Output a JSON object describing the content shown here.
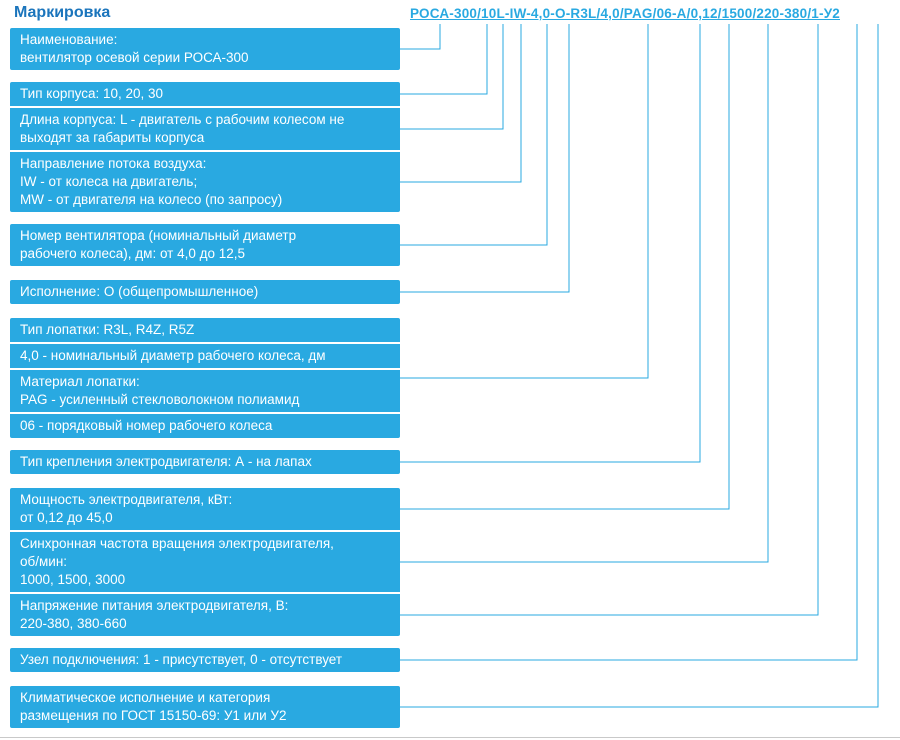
{
  "title": "Маркировка",
  "code": "РОСА-300/10L-IW-4,0-O-R3L/4,0/PAG/06-A/0,12/1500/220-380/1-У2",
  "colors": {
    "accent": "#29a9e1",
    "title_blue": "#1b75bc",
    "box_text": "#ffffff",
    "background": "#ffffff"
  },
  "boxes": {
    "naimenovanie": {
      "lines": [
        "Наименование:",
        "вентилятор осевой серии РОСА-300"
      ]
    },
    "korpus": {
      "tip": {
        "lines": [
          "Тип корпуса: 10, 20, 30"
        ]
      },
      "dlina": {
        "lines": [
          "Длина корпуса: L - двигатель с рабочим колесом не",
          "выходят за габариты корпуса"
        ]
      },
      "potok": {
        "lines": [
          "Направление потока воздуха:",
          "IW - от колеса на двигатель;",
          "MW - от двигателя на колесо (по запросу)"
        ]
      }
    },
    "nomer": {
      "lines": [
        "Номер вентилятора (номинальный диаметр",
        "рабочего колеса), дм: от 4,0 до 12,5"
      ]
    },
    "ispolnenie": {
      "lines": [
        "Исполнение: О (общепромышленное)"
      ]
    },
    "lopatka": {
      "tip": {
        "lines": [
          "Тип лопатки: R3L, R4Z, R5Z"
        ]
      },
      "diametr": {
        "lines": [
          "4,0 - номинальный диаметр рабочего колеса, дм"
        ]
      },
      "material": {
        "lines": [
          "Материал лопатки:",
          "PAG - усиленный стекловолокном полиамид"
        ]
      },
      "nomer_kolesa": {
        "lines": [
          "06 - порядковый номер рабочего колеса"
        ]
      }
    },
    "kreplenie": {
      "lines": [
        "Тип крепления электродвигателя: А - на лапах"
      ]
    },
    "dvigatel": {
      "moshchnost": {
        "lines": [
          "Мощность электродвигателя, кВт:",
          "от 0,12 до 45,0"
        ]
      },
      "chastota": {
        "lines": [
          "Синхронная частота вращения электродвигателя,",
          "об/мин:",
          "1000, 1500, 3000"
        ]
      },
      "napryazhenie": {
        "lines": [
          "Напряжение питания электродвигателя, В:",
          "220-380, 380-660"
        ]
      }
    },
    "uzel": {
      "lines": [
        "Узел подключения: 1 - присутствует, 0 - отсутствует"
      ]
    },
    "klimat": {
      "lines": [
        "Климатическое исполнение и категория",
        "размещения по ГОСТ 15150-69: У1 или У2"
      ]
    }
  }
}
